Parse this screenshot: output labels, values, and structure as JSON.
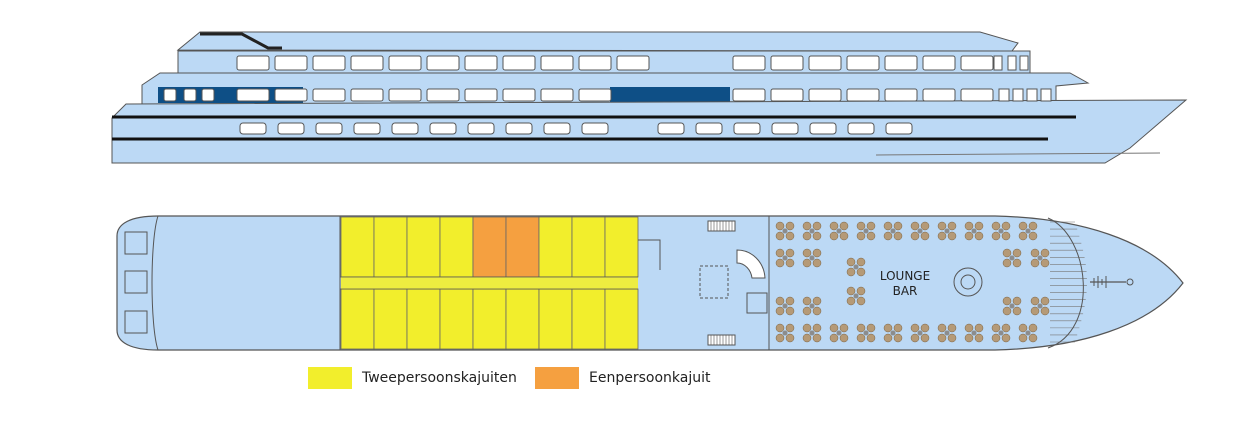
{
  "deck_plan": {
    "lounge_label_line1": "LOUNGE",
    "lounge_label_line2": "BAR"
  },
  "legend": [
    {
      "label": "Tweepersoonskajuiten",
      "color": "#f2ee2c"
    },
    {
      "label": "Eenpersoonkajuit",
      "color": "#f5a040"
    }
  ],
  "colors": {
    "hull": "#bcd9f5",
    "outline": "#555555",
    "window_band": "#0e4f86",
    "stripe": "#111111",
    "chair": "#b59a77",
    "table": "#8c8c8c"
  }
}
